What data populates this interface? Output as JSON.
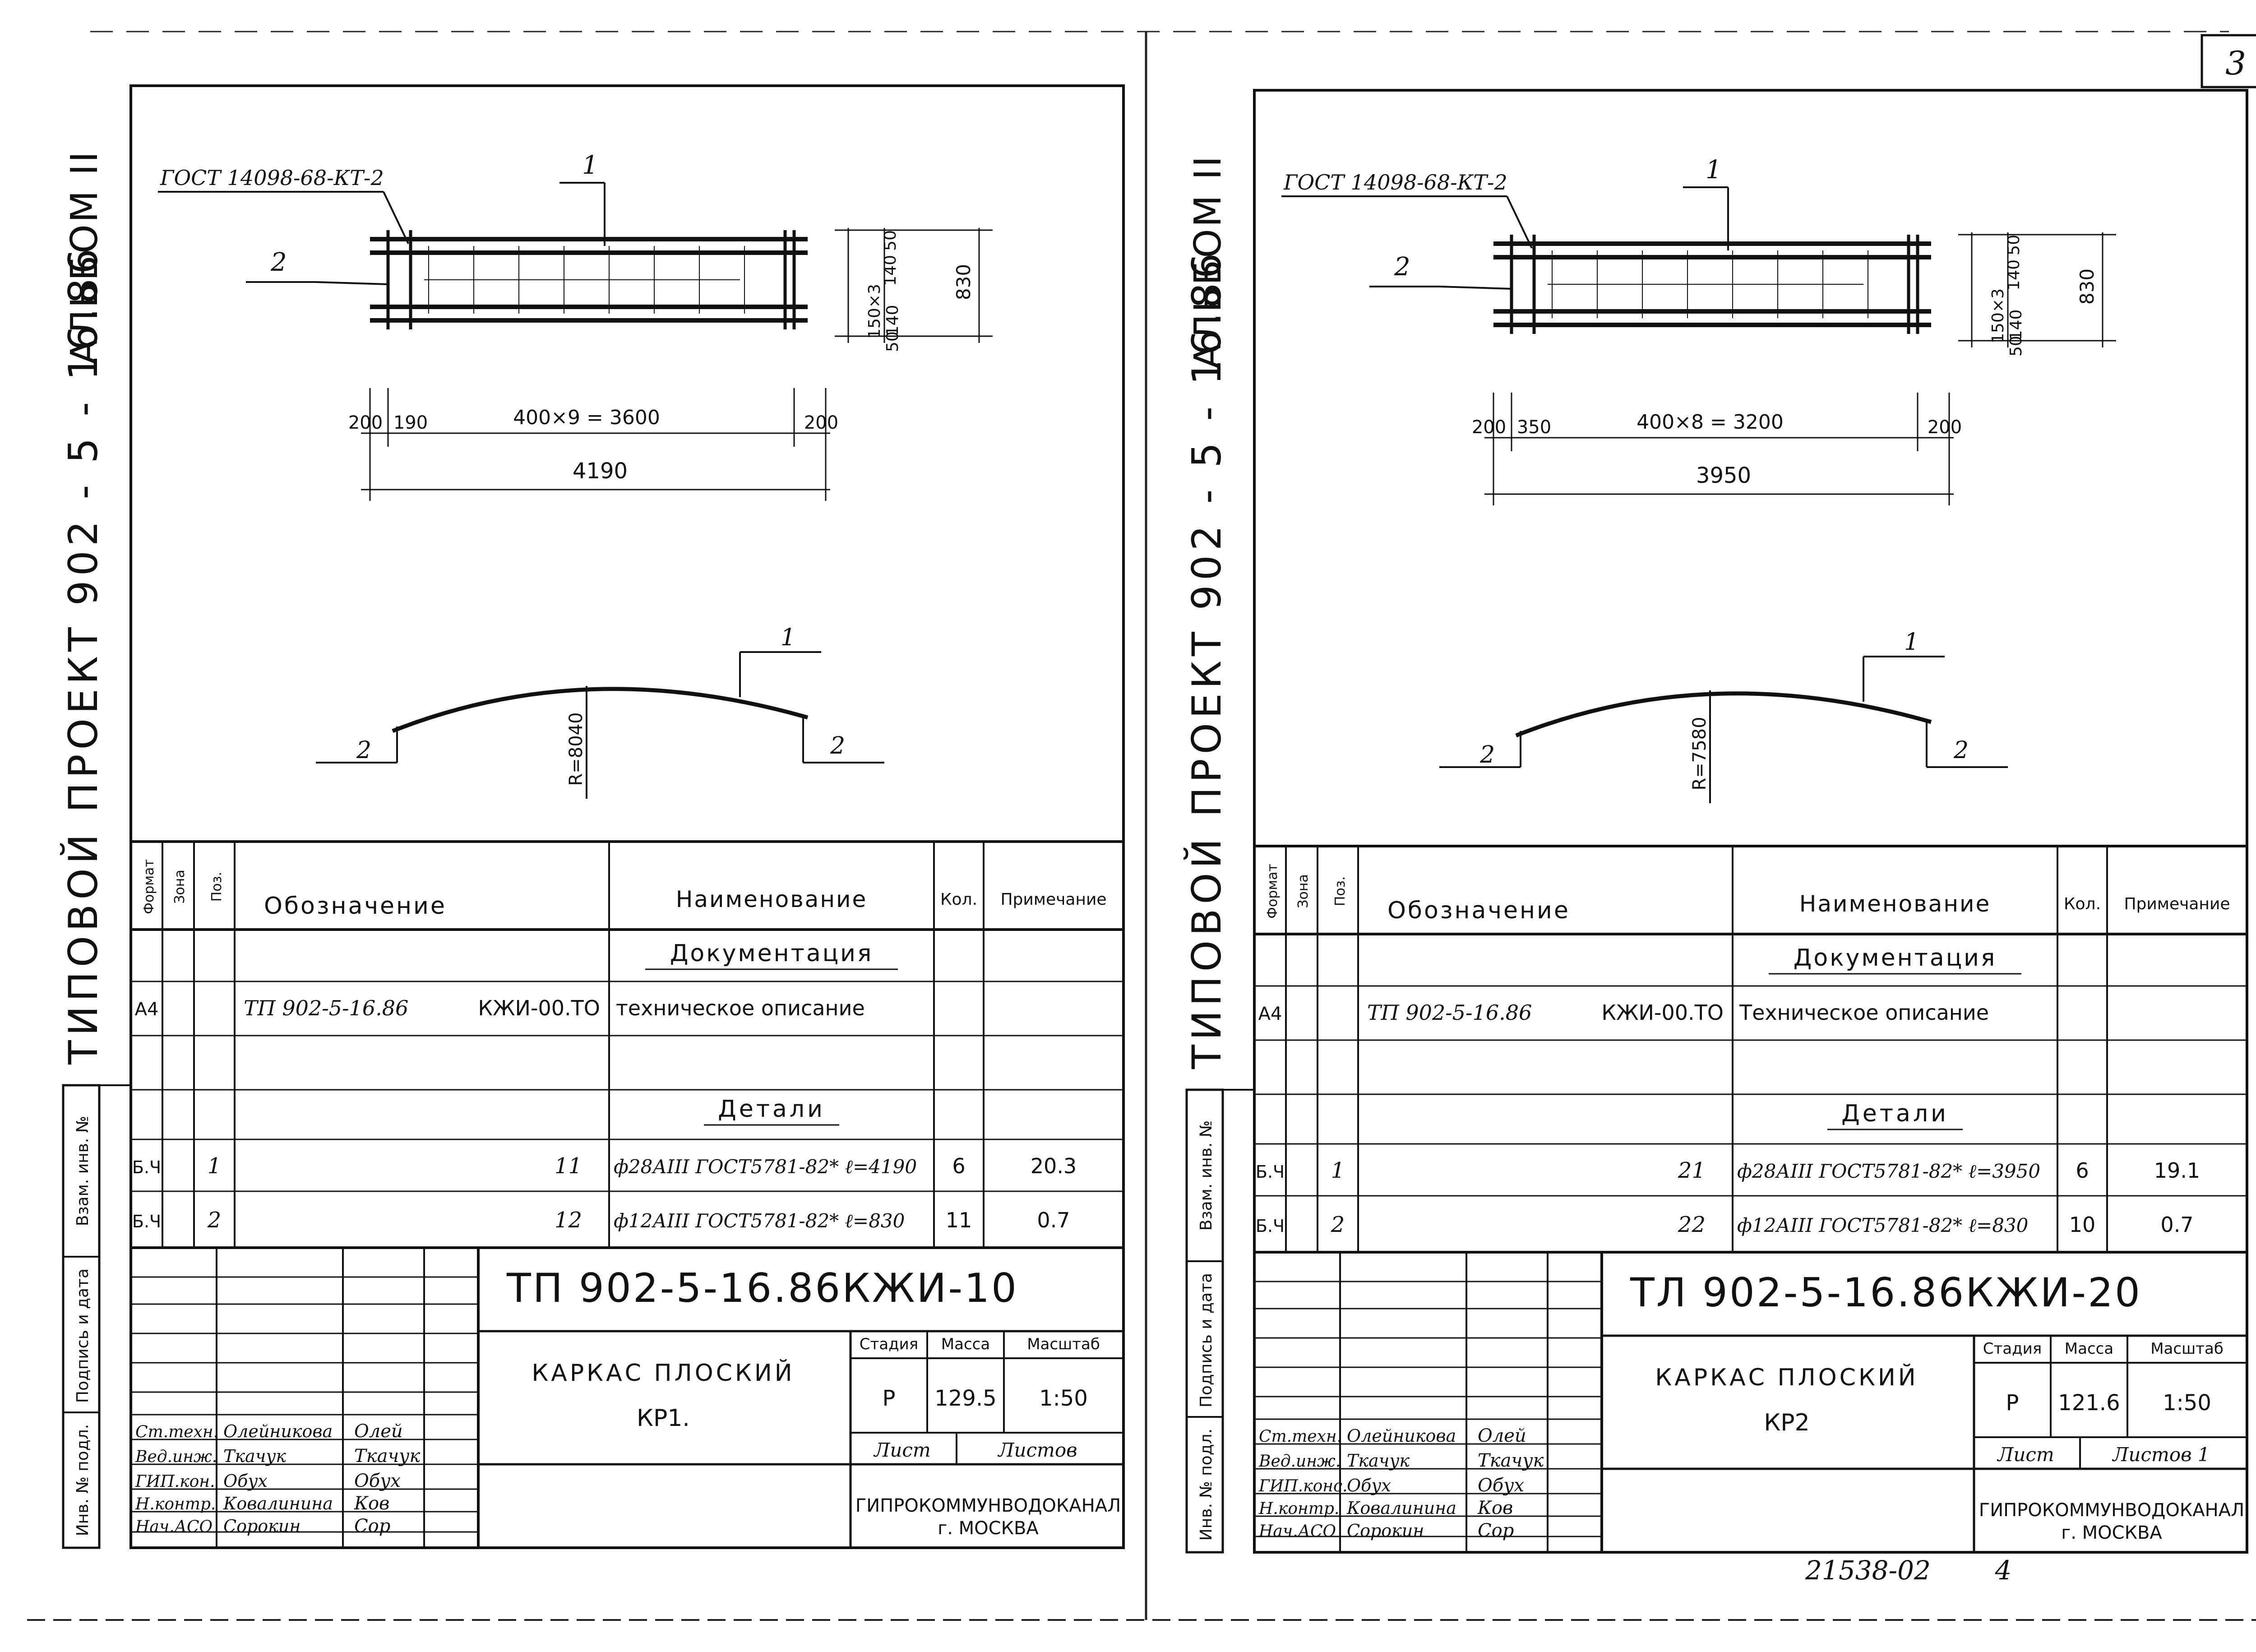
{
  "page_number": "3",
  "bottom_note": "21538-02",
  "bottom_note_suffix": "4",
  "sheets": [
    {
      "id": "sheet-1",
      "side_album": "АЛЬБОМ II",
      "side_project": "ТИПОВОЙ ПРОЕКТ 902 - 5 - 16.86",
      "gost_label": "ГОСТ 14098-68-КТ-2",
      "pos1": "1",
      "pos2": "2",
      "dim_left1": "200",
      "dim_left2": "190",
      "dim_mid": "400×9 = 3600",
      "dim_right": "200",
      "dim_total": "4190",
      "vdim_top": "50",
      "vdim_a": "140",
      "vdim_b": "150×3",
      "vdim_c": "140",
      "vdim_bottom": "50",
      "vdim_total": "830",
      "radius": "R=8040",
      "table_headers": {
        "format": "Формат",
        "zone": "Зона",
        "pos": "Поз.",
        "designation": "Обозначение",
        "name": "Наименование",
        "qty": "Кол.",
        "note": "Примечание"
      },
      "section_doc": "Документация",
      "doc_row": {
        "format": "А4",
        "designation": "ТП 902-5-16.86",
        "code": "КЖИ-00.ТО",
        "name": "техническое описание"
      },
      "section_details": "Детали",
      "rows": [
        {
          "format": "Б.Ч",
          "pos": "1",
          "designation": "11",
          "name": "ф28АIII ГОСТ5781-82* ℓ=4190",
          "qty": "6",
          "note": "20.3"
        },
        {
          "format": "Б.Ч",
          "pos": "2",
          "designation": "12",
          "name": "ф12АIII ГОСТ5781-82* ℓ=830",
          "qty": "11",
          "note": "0.7"
        }
      ],
      "left_strip": [
        "Инв. № подл.",
        "Подпись и дата",
        "Взам. инв. №"
      ],
      "stamp_code": "ТП 902-5-16.86КЖИ-10",
      "stamp_title1": "КАРКАС ПЛОСКИЙ",
      "stamp_title2": "КР1.",
      "stamp_heads": {
        "stage": "Стадия",
        "mass": "Масса",
        "scale": "Масштаб"
      },
      "stamp_vals": {
        "stage": "Р",
        "mass": "129.5",
        "scale": "1:50"
      },
      "sheet_label": "Лист",
      "sheets_label": "Листов",
      "org1": "ГИПРОКОММУНВОДОКАНАЛ",
      "org2": "г. МОСКВА",
      "people": [
        {
          "role": "Ст.техн.",
          "name": "Олейникова",
          "sig": "Олей"
        },
        {
          "role": "Вед.инж.",
          "name": "Ткачук",
          "sig": "Ткачук"
        },
        {
          "role": "ГИП.кон.",
          "name": "Обух",
          "sig": "Обух"
        },
        {
          "role": "Н.контр.",
          "name": "Ковалинина",
          "sig": "Ков"
        },
        {
          "role": "Нач.АСО",
          "name": "Сорокин",
          "sig": "Сор"
        }
      ]
    },
    {
      "id": "sheet-2",
      "side_album": "АЛЬБОМ II",
      "side_project": "ТИПОВОЙ ПРОЕКТ 902 - 5 - 16.86",
      "gost_label": "ГОСТ 14098-68-КТ-2",
      "pos1": "1",
      "pos2": "2",
      "dim_left1": "200",
      "dim_left2": "350",
      "dim_mid": "400×8 = 3200",
      "dim_right": "200",
      "dim_total": "3950",
      "vdim_top": "50",
      "vdim_a": "140",
      "vdim_b": "150×3",
      "vdim_c": "140",
      "vdim_bottom": "50",
      "vdim_total": "830",
      "radius": "R=7580",
      "table_headers": {
        "format": "Формат",
        "zone": "Зона",
        "pos": "Поз.",
        "designation": "Обозначение",
        "name": "Наименование",
        "qty": "Кол.",
        "note": "Примечание"
      },
      "section_doc": "Документация",
      "doc_row": {
        "format": "А4",
        "designation": "ТП 902-5-16.86",
        "code": "КЖИ-00.ТО",
        "name": "Техническое описание"
      },
      "section_details": "Детали",
      "rows": [
        {
          "format": "Б.Ч",
          "pos": "1",
          "designation": "21",
          "name": "ф28АIII ГОСТ5781-82* ℓ=3950",
          "qty": "6",
          "note": "19.1"
        },
        {
          "format": "Б.Ч",
          "pos": "2",
          "designation": "22",
          "name": "ф12АIII ГОСТ5781-82* ℓ=830",
          "qty": "10",
          "note": "0.7"
        }
      ],
      "left_strip": [
        "Инв. № подл.",
        "Подпись и дата",
        "Взам. инв. №"
      ],
      "stamp_code": "ТЛ 902-5-16.86КЖИ-20",
      "stamp_title1": "КАРКАС ПЛОСКИЙ",
      "stamp_title2": "КР2",
      "stamp_heads": {
        "stage": "Стадия",
        "mass": "Масса",
        "scale": "Масштаб"
      },
      "stamp_vals": {
        "stage": "Р",
        "mass": "121.6",
        "scale": "1:50"
      },
      "sheet_label": "Лист",
      "sheets_label": "Листов 1",
      "org1": "ГИПРОКОММУНВОДОКАНАЛ",
      "org2": "г. МОСКВА",
      "people": [
        {
          "role": "Ст.техн.",
          "name": "Олейникова",
          "sig": "Олей"
        },
        {
          "role": "Вед.инж.",
          "name": "Ткачук",
          "sig": "Ткачук"
        },
        {
          "role": "ГИП.конс.",
          "name": "Обух",
          "sig": "Обух"
        },
        {
          "role": "Н.контр.",
          "name": "Ковалинина",
          "sig": "Ков"
        },
        {
          "role": "Нач.АСО",
          "name": "Сорокин",
          "sig": "Сор"
        }
      ]
    }
  ]
}
